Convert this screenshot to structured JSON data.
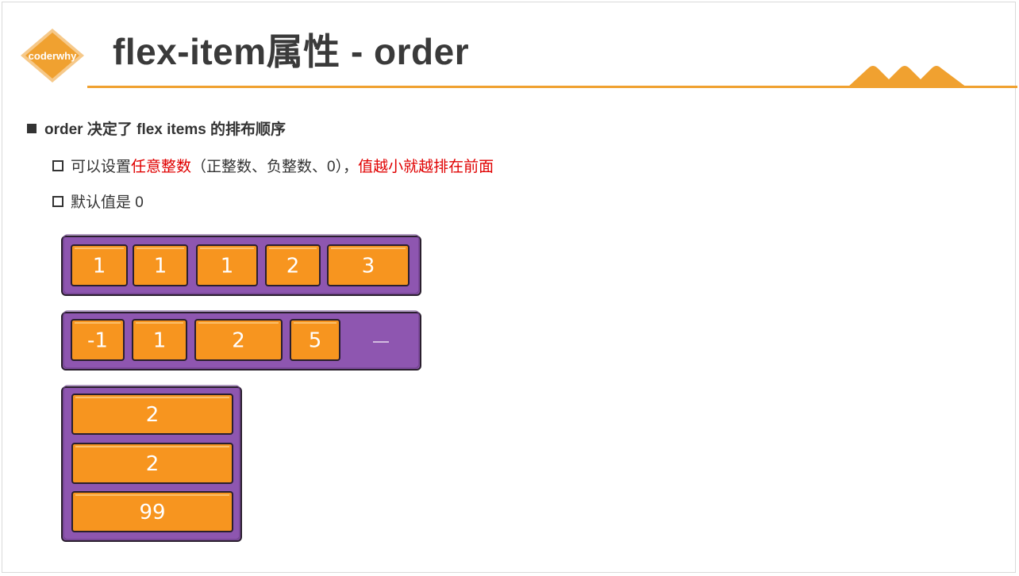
{
  "slide": {
    "logo_text": "coderwhy",
    "title": "flex-item属性 - order"
  },
  "bullets": {
    "main": "order 决定了 flex items 的排布顺序",
    "sub1": {
      "prefix": "可以设置",
      "highlight1": "任意整数",
      "middle": "（正整数、负整数、0），",
      "highlight2": "值越小就越排在前面"
    },
    "sub2": "默认值是 0"
  },
  "colors": {
    "accent": "#f0a130",
    "container": "#8e56b0",
    "item": "#f7951f",
    "highlight_text": "#e00000"
  },
  "demos": {
    "row1": [
      "1",
      "1",
      "1",
      "2",
      "3"
    ],
    "row2": [
      "-1",
      "1",
      "2",
      "5"
    ],
    "column": [
      "2",
      "2",
      "99"
    ]
  }
}
